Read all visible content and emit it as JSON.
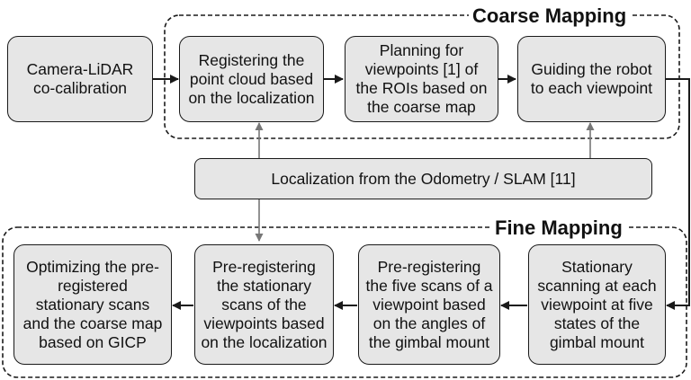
{
  "groups": {
    "coarse": {
      "title": "Coarse Mapping"
    },
    "fine": {
      "title": "Fine Mapping"
    }
  },
  "nodes": {
    "calibration": "Camera-LiDAR\nco-calibration",
    "registering": "Registering the\npoint cloud based\non the localization",
    "planning": "Planning for\nviewpoints [1] of\nthe ROIs based on\nthe coarse map",
    "guiding": "Guiding the robot\nto each viewpoint",
    "localization": "Localization from the Odometry / SLAM [11]",
    "stationary": "Stationary\nscanning at each\nviewpoint at five\nstates of the\ngimbal mount",
    "prereg_five": "Pre-registering\nthe five scans of a\nviewpoint based\non the angles of\nthe gimbal mount",
    "prereg_stationary": "Pre-registering\nthe stationary\nscans of the\nviewpoints based\non the localization",
    "optimizing": "Optimizing the pre-\nregistered\nstationary scans\nand the coarse map\nbased on GICP"
  },
  "colors": {
    "node_fill": "#e6e6e6",
    "stroke": "#1a1a1a",
    "connector_gray": "#777777"
  }
}
